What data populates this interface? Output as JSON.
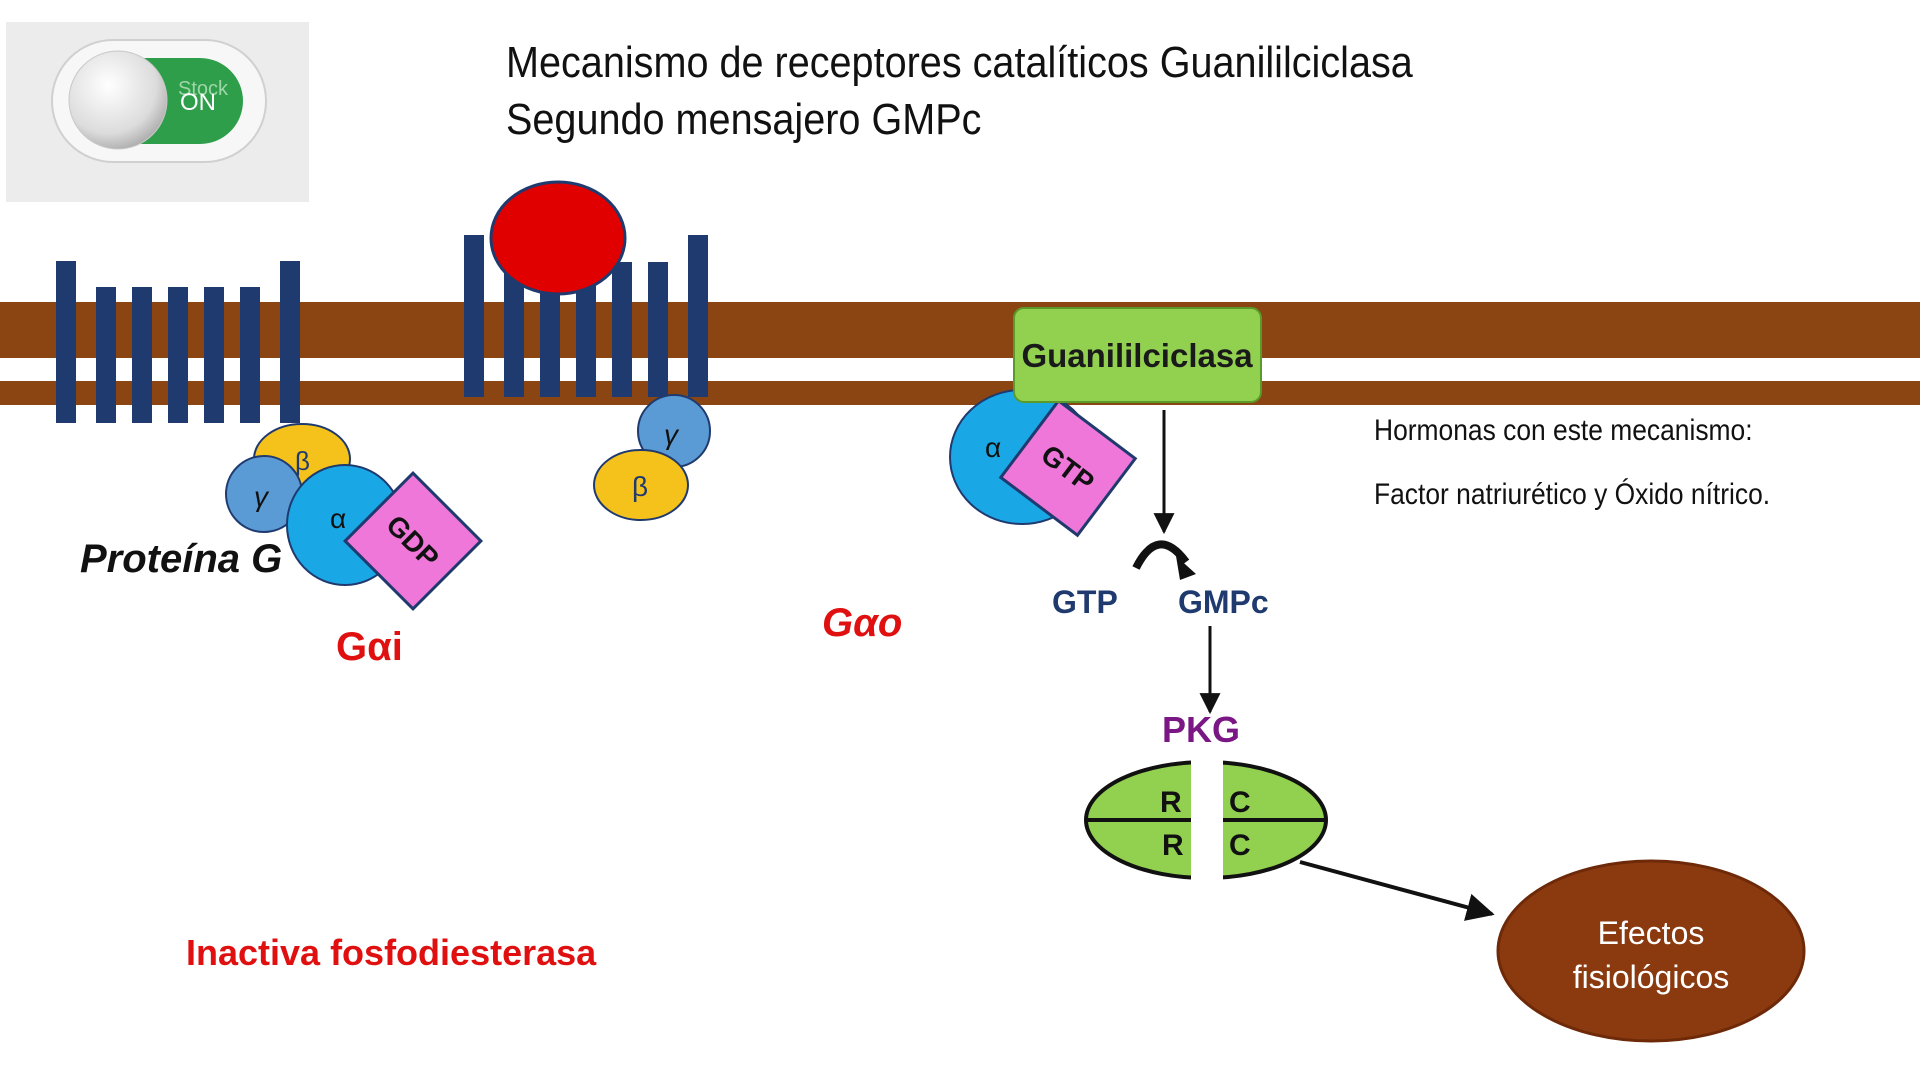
{
  "title": {
    "line1": "Mecanismo de receptores catalíticos Guanililciclasa",
    "line2": "Segundo mensajero GMPc"
  },
  "switch": {
    "label": "ON",
    "watermark": "Stock",
    "state": "on",
    "track_color": "#2e9e4a"
  },
  "membrane": {
    "color": "#8b4513"
  },
  "receptor_color": "#1f3a6e",
  "ligand_color": "#e00000",
  "gprotein_left": {
    "label": "Proteína  G",
    "subunits": {
      "beta": "β",
      "gamma": "γ",
      "alpha": "α",
      "bound": "GDP"
    },
    "alpha_label": "Gαi"
  },
  "gprotein_middle": {
    "subunits": {
      "beta": "β",
      "gamma": "γ"
    },
    "alpha_label": "Gαo"
  },
  "guanylyl_cyclase": {
    "label": "Guanililciclasa",
    "alpha": "α",
    "bound": "GTP",
    "substrate": "GTP",
    "product": "GMPc"
  },
  "pkg": {
    "label": "PKG",
    "subunits": [
      "R",
      "C",
      "R",
      "C"
    ]
  },
  "effects": {
    "label_line1": "Efectos",
    "label_line2": "fisiológicos"
  },
  "hormones": {
    "heading": "Hormonas con este mecanismo:",
    "list": "Factor natriurético y Óxido nítrico."
  },
  "inactiva_label": "Inactiva fosfodiesterasa",
  "colors": {
    "alpha_blue": "#1aa7e6",
    "beta_yellow": "#f5c21b",
    "gamma_blue": "#5b9bd5",
    "gdp_pink": "#ee77d9",
    "cyclase_green": "#92d050",
    "red_text": "#e01010",
    "navy_text": "#1f3a6e",
    "pkg_purple": "#7a1785",
    "effects_brown": "#8b3a10"
  }
}
